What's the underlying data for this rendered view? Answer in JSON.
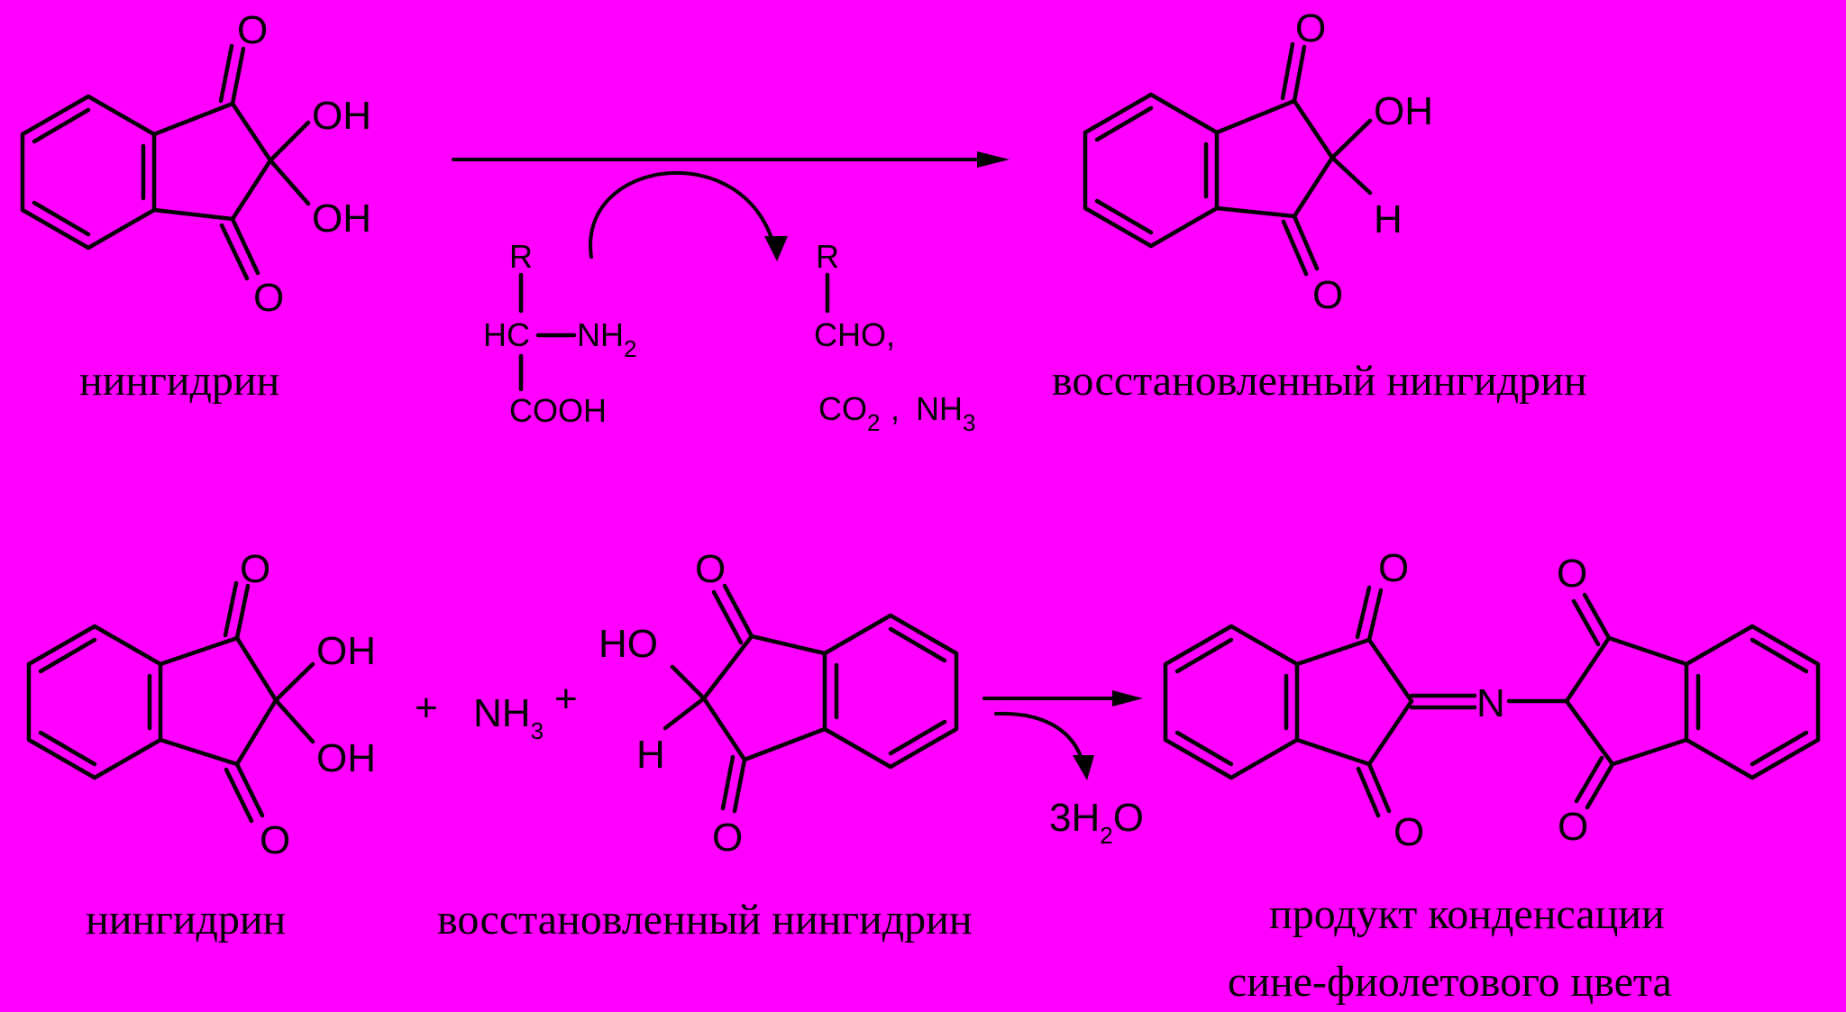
{
  "background": "#ff00ff",
  "atoms": {
    "O": "O",
    "OH": "OH",
    "HO": "HO",
    "H": "H",
    "R": "R",
    "HC": "HC",
    "NH": "NH",
    "COOH": "COOH",
    "CHO": "CHO,",
    "CO": "CO",
    "comma": ",",
    "N": "N",
    "plus": "+",
    "three_h": "3H",
    "sub2": "2",
    "sub3": "3"
  },
  "captions": {
    "ninhydrin": "нингидрин",
    "reduced_ninhydrin": "восстановленный нингидрин",
    "product_line1": "продукт конденсации",
    "product_line2": "сине-фиолетового  цвета"
  }
}
